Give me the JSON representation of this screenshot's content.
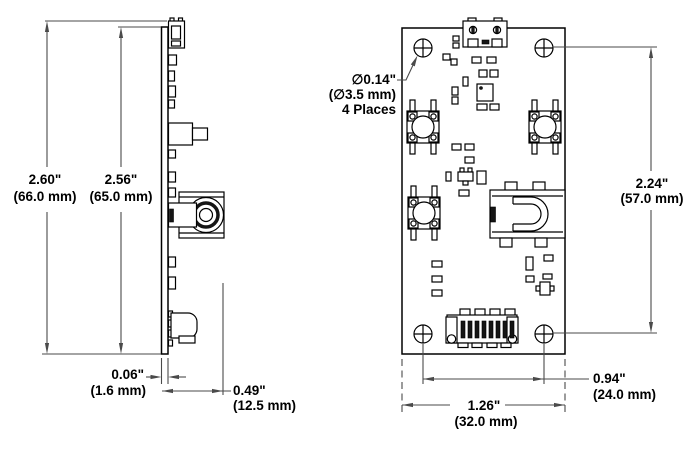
{
  "side_view": {
    "overall_height": {
      "in": "2.60\"",
      "mm": "(66.0 mm)"
    },
    "board_height": {
      "in": "2.56\"",
      "mm": "(65.0 mm)"
    },
    "board_thickness": {
      "in": "0.06\"",
      "mm": "(1.6 mm)"
    },
    "component_depth": {
      "in": "0.49\"",
      "mm": "(12.5 mm)"
    }
  },
  "front_view": {
    "mounting_holes": {
      "diameter_in": "∅0.14\"",
      "diameter_mm": "(∅3.5 mm)",
      "places": "4 Places"
    },
    "hole_spacing_vertical": {
      "in": "2.24\"",
      "mm": "(57.0 mm)"
    },
    "hole_spacing_horizontal": {
      "in": "0.94\"",
      "mm": "(24.0 mm)"
    },
    "board_width": {
      "in": "1.26\"",
      "mm": "(32.0 mm)"
    }
  },
  "colors": {
    "outline": "#000000",
    "dimension": "#4a4a4a",
    "background": "#ffffff"
  }
}
